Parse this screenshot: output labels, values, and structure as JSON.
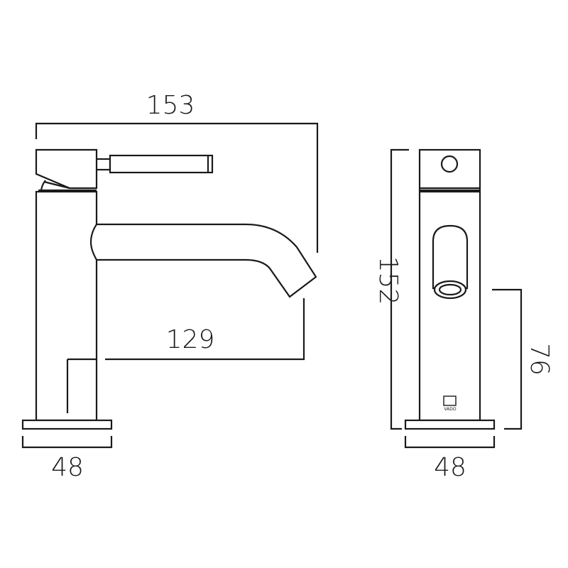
{
  "dimensions": {
    "side_width": "153",
    "spout_reach": "129",
    "side_base": "48",
    "front_height": "152",
    "front_outlet_height": "76",
    "front_base": "48"
  },
  "logo": {
    "text": "VADO"
  },
  "colors": {
    "line": "#1a1a1a",
    "background": "#ffffff"
  }
}
